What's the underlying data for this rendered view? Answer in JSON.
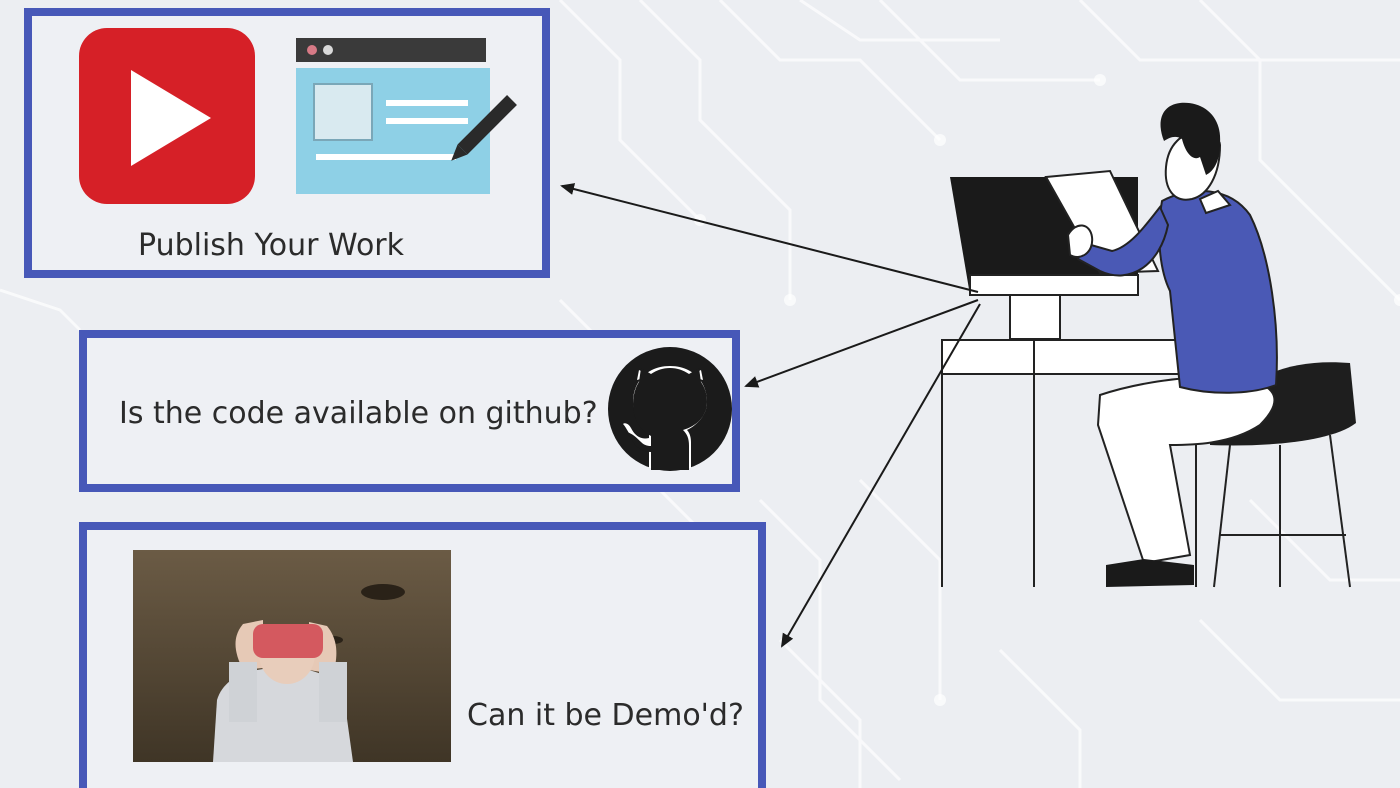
{
  "panels": {
    "publish": {
      "label": "Publish Your Work"
    },
    "github": {
      "label": "Is the code available on github?"
    },
    "demo": {
      "label": "Can it be Demo'd?"
    }
  },
  "icons": {
    "publish": [
      "youtube-icon",
      "blog-editor-icon"
    ],
    "github": "github-octocat-icon",
    "demo": "vr-headset-photo",
    "figure": "person-at-computer-illustration"
  },
  "colors": {
    "panel_border": "#4758b8",
    "youtube_red": "#d62027",
    "editor_blue": "#8ed0e6",
    "shirt_blue": "#4a59b5"
  }
}
